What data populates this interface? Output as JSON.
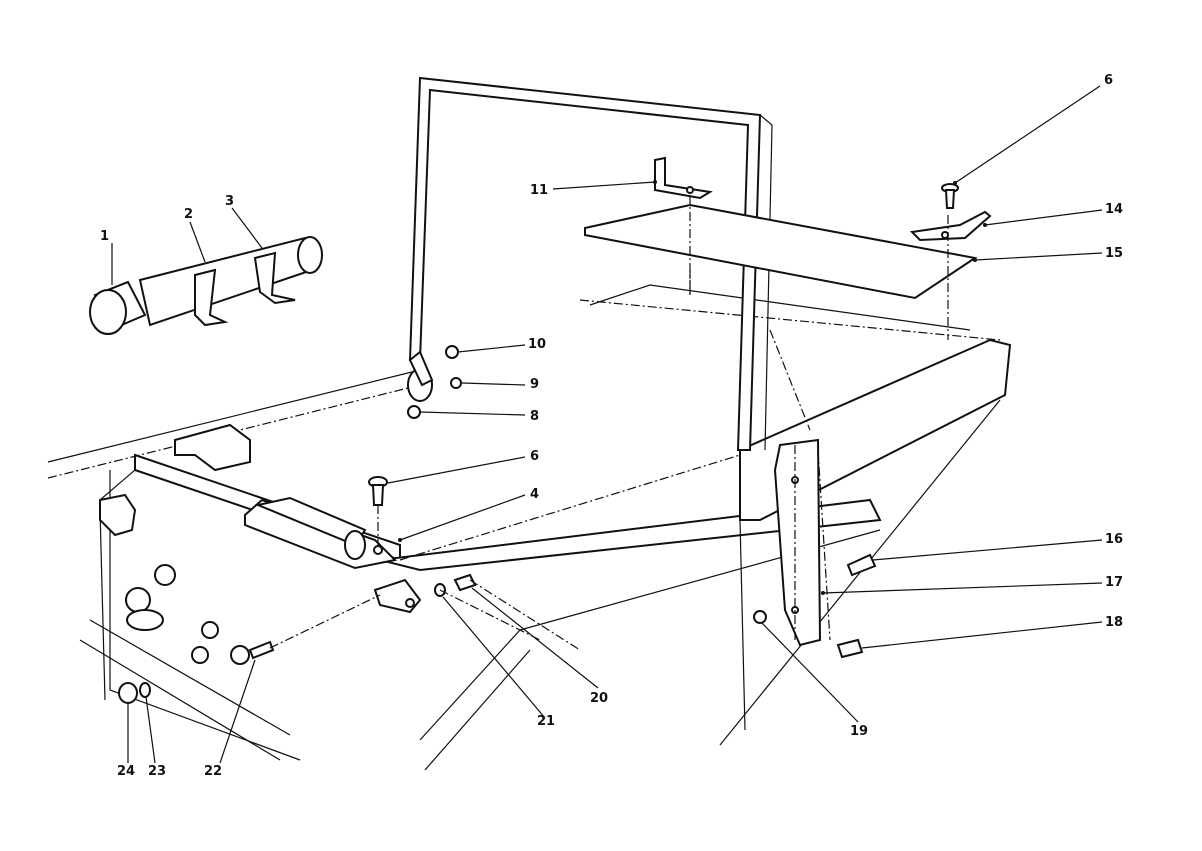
{
  "diagram": {
    "callouts": [
      {
        "id": "c1",
        "text": "1"
      },
      {
        "id": "c2",
        "text": "2"
      },
      {
        "id": "c3",
        "text": "3"
      },
      {
        "id": "c4",
        "text": "4"
      },
      {
        "id": "c6a",
        "text": "6"
      },
      {
        "id": "c6b",
        "text": "6"
      },
      {
        "id": "c8",
        "text": "8"
      },
      {
        "id": "c9",
        "text": "9"
      },
      {
        "id": "c10",
        "text": "10"
      },
      {
        "id": "c11",
        "text": "11"
      },
      {
        "id": "c14",
        "text": "14"
      },
      {
        "id": "c15",
        "text": "15"
      },
      {
        "id": "c16",
        "text": "16"
      },
      {
        "id": "c17",
        "text": "17"
      },
      {
        "id": "c18",
        "text": "18"
      },
      {
        "id": "c19",
        "text": "19"
      },
      {
        "id": "c20",
        "text": "20"
      },
      {
        "id": "c21",
        "text": "21"
      },
      {
        "id": "c22",
        "text": "22"
      },
      {
        "id": "c23",
        "text": "23"
      },
      {
        "id": "c24",
        "text": "24"
      }
    ]
  }
}
